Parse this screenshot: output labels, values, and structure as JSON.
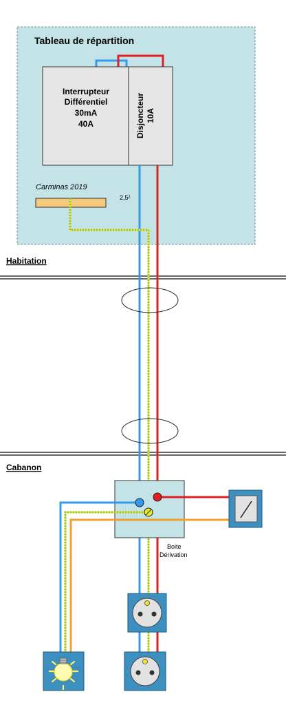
{
  "panel": {
    "title": "Tableau de répartition"
  },
  "rcd": {
    "line1": "Interrupteur",
    "line2": "Différentiel",
    "line3": "30mA",
    "line4": "40A"
  },
  "breaker": {
    "line1": "Disjoncteur",
    "line2": "10A"
  },
  "signature": "Carminas 2019",
  "wire_section": "2,5²",
  "zones": {
    "house": "Habitation",
    "shed": "Cabanon"
  },
  "junction_box": {
    "line1": "Boite",
    "line2": "Dérivation"
  },
  "colors": {
    "panel_fill": "#c4e3e7",
    "phase": "#e02020",
    "neutral": "#3399ee",
    "earth_yellow": "#f2e829",
    "earth_green": "#8fc24a",
    "return": "#f0a030",
    "device_fill": "#3d8fbf",
    "earth_bar": "#f5c97c"
  },
  "icons": [
    "light-switch-icon",
    "socket-icon",
    "light-bulb-icon"
  ]
}
